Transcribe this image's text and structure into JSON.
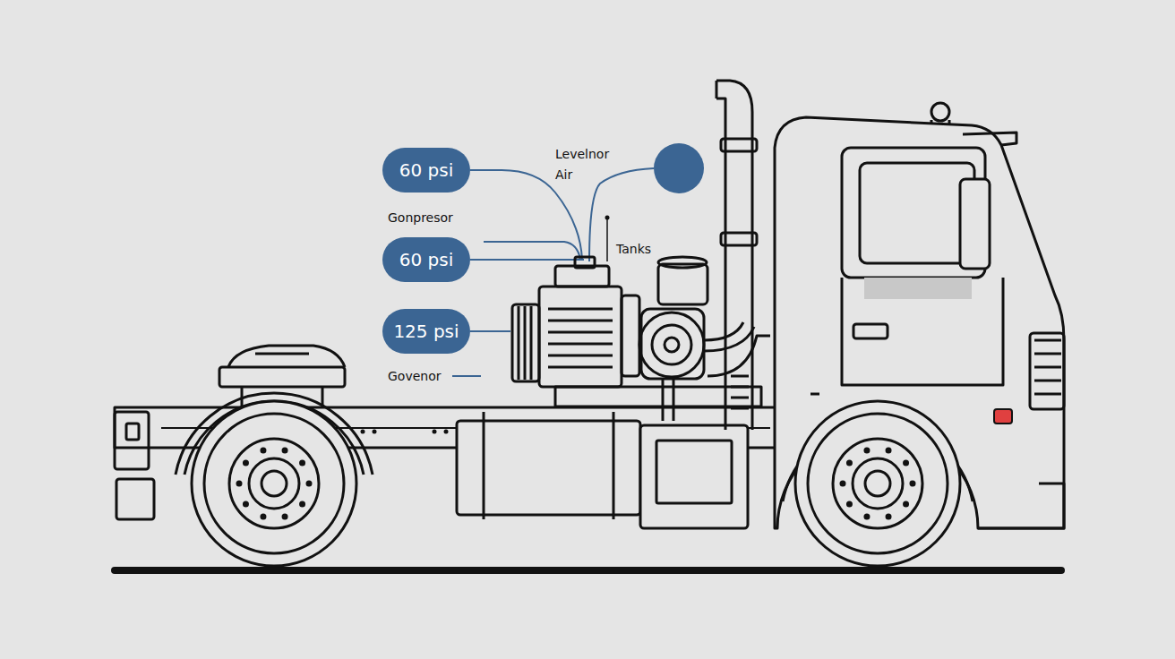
{
  "diagram": {
    "nodes": [
      {
        "text": [
          "60 psi"
        ]
      },
      {
        "text": [
          "60 psi"
        ]
      },
      {
        "text": [
          "125 psi"
        ]
      }
    ],
    "labels": [
      "Levelnor Air",
      "Gonpresor",
      "Tanks",
      "Govenor"
    ]
  }
}
